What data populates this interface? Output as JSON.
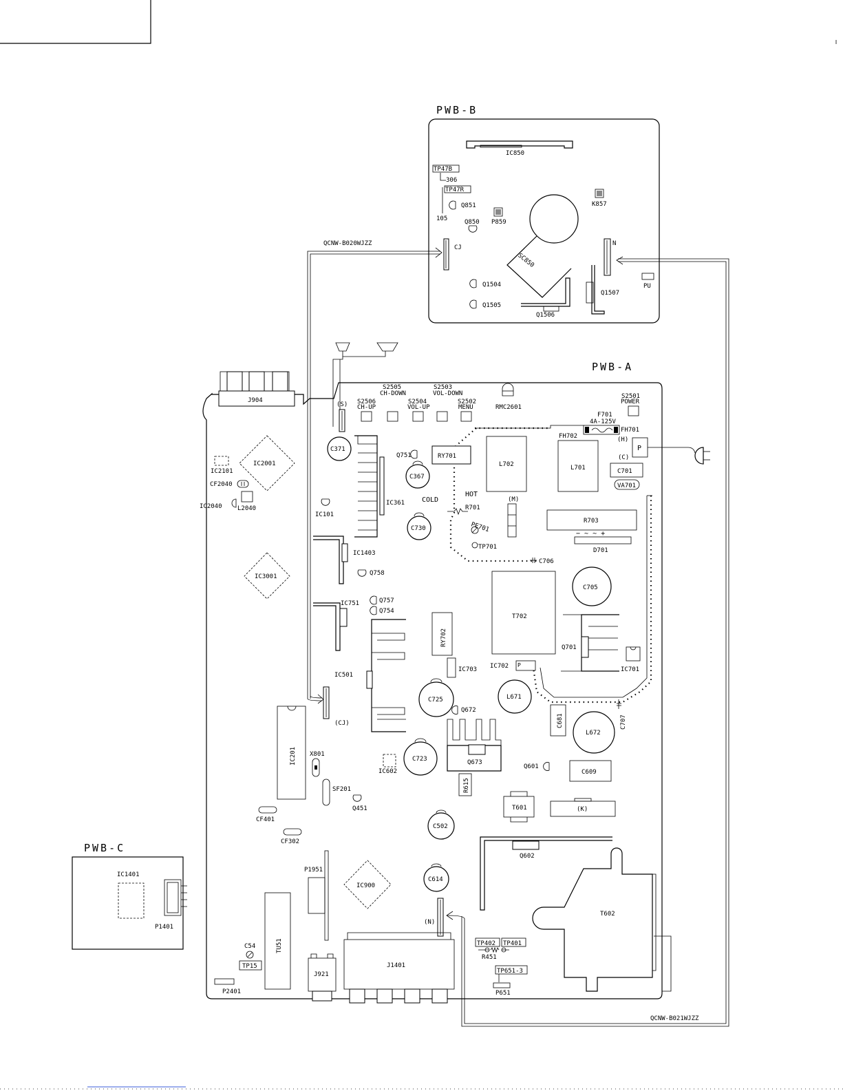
{
  "boards": {
    "b": {
      "title": "PWB-B"
    },
    "a": {
      "title": "PWB-A"
    },
    "c": {
      "title": "PWB-C"
    }
  },
  "cables": {
    "upper": "QCNW-B020WJZZ",
    "lower": "QCNW-B021WJZZ"
  },
  "pwb_b": {
    "ic850": "IC850",
    "tp47b": "TP47B",
    "n306": "306",
    "tp47r": "TP47R",
    "n105": "105",
    "q851": "Q851",
    "p859": "P859",
    "k857": "K857",
    "q850": "Q850",
    "cj": "CJ",
    "sc850": "SC850",
    "n": "N",
    "pu": "PU",
    "q1504": "Q1504",
    "q1505": "Q1505",
    "q1506": "Q1506",
    "q1507": "Q1507"
  },
  "pwb_a": {
    "j904": "J904",
    "s2505": "S2505",
    "ch_down": "CH-DOWN",
    "s2503": "S2503",
    "vol_down": "VOL-DOWN",
    "s2506": "S2506",
    "ch_up": "CH-UP",
    "s2504": "S2504",
    "vol_up": "VOL-UP",
    "s2502": "S2502",
    "menu": "MENU",
    "s_conn": "(S)",
    "rmc2601": "RMC2601",
    "s2501": "S2501",
    "power": "POWER",
    "f701": "F701",
    "fuse_rating": "4A-125V",
    "fh701": "FH701",
    "fh702": "FH702",
    "h": "(H)",
    "p": "P",
    "c_conn": "(C)",
    "c701": "C701",
    "va701": "VA701",
    "c371": "C371",
    "ic2101": "IC2101",
    "ic2001": "IC2001",
    "cf2040": "CF2040",
    "ic2040": "IC2040",
    "l2040": "L2040",
    "ic101": "IC101",
    "q751": "Q751",
    "c367": "C367",
    "ic361": "IC361",
    "ry701": "RY701",
    "l702": "L702",
    "l701": "L701",
    "cold": "COLD",
    "hot": "HOT",
    "r701": "R701",
    "m": "(M)",
    "r703": "R703",
    "d701_signs": "−  ~  ~  +",
    "d701": "D701",
    "c730": "C730",
    "pe701": "PE701",
    "tp701": "TP701",
    "c706": "C706",
    "ic1403": "IC1403",
    "q758": "Q758",
    "ic3001": "IC3001",
    "c705": "C705",
    "ic751": "IC751",
    "q757": "Q757",
    "q754": "Q754",
    "ry702": "RY702",
    "t702": "T702",
    "q701": "Q701",
    "ic701": "IC701",
    "ic702": "IC702",
    "ic702_p": "P",
    "ic703": "IC703",
    "ic501": "IC501",
    "c725": "C725",
    "l671": "L671",
    "q672": "Q672",
    "c681": "C681",
    "c707": "C707",
    "l672": "L672",
    "cj_conn": "(CJ)",
    "ic201": "IC201",
    "x801": "X801",
    "ic602": "IC602",
    "c723": "C723",
    "q673": "Q673",
    "q601": "Q601",
    "c609": "C609",
    "r615": "R615",
    "sf201": "SF201",
    "q451": "Q451",
    "t601": "T601",
    "k_conn": "(K)",
    "cf401": "CF401",
    "c502": "C502",
    "cf302": "CF302",
    "q602": "Q602",
    "p1951": "P1951",
    "ic900": "IC900",
    "c614": "C614",
    "t602": "T602",
    "n_conn": "(N)",
    "tu51": "TU51",
    "c54": "C54",
    "tp15": "TP15",
    "tp402": "TP402",
    "tp401": "TP401",
    "r451": "R451",
    "j1401": "J1401",
    "tp651_3": "TP651-3",
    "j921": "J921",
    "p651": "P651",
    "p2401": "P2401"
  },
  "pwb_c": {
    "ic1401": "IC1401",
    "p1401": "P1401"
  }
}
